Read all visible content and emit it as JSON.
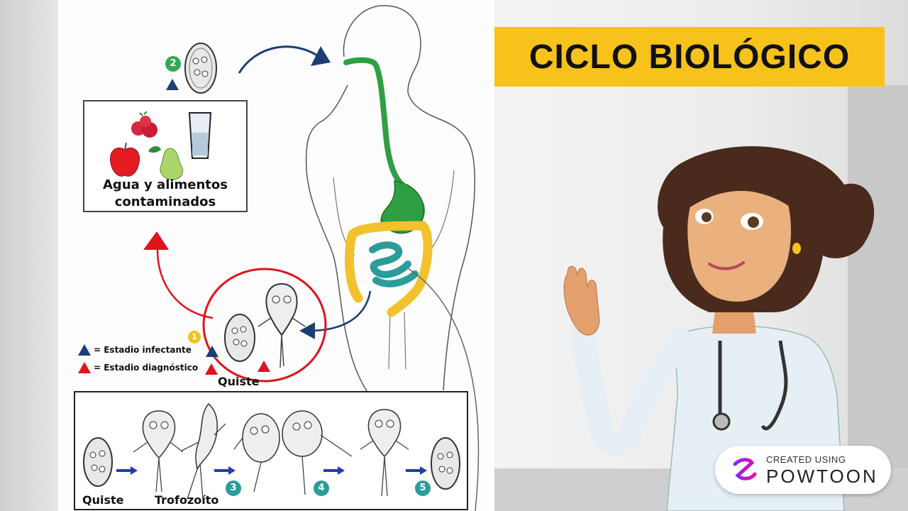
{
  "title": "CICLO BIOLÓGICO",
  "food_box": {
    "label_line1": "Agua y alimentos",
    "label_line2": "contaminados"
  },
  "legend": {
    "infective": "= Estadio infectante",
    "diagnostic": "= Estadio diagnóstico"
  },
  "cyst_label": "Quiste",
  "sequence": {
    "label_cyst": "Quiste",
    "label_trophozoite": "Trofozoíto"
  },
  "badges": {
    "b1": "1",
    "b2": "2",
    "b3": "3",
    "b4": "4",
    "b5": "5"
  },
  "watermark": {
    "created": "CREATED USING",
    "brand": "POWTOON"
  },
  "colors": {
    "banner": "#f6c21b",
    "infective": "#1b3e73",
    "diagnostic": "#e0121d",
    "esophagus": "#2ea043",
    "colon": "#f2c12e",
    "small_intestine": "#2a9d9a"
  }
}
